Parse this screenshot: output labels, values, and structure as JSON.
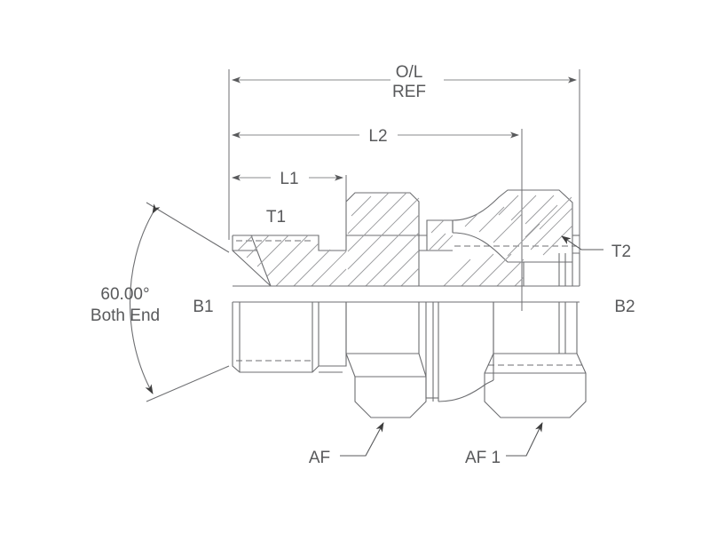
{
  "drawing": {
    "title": "Hydraulic adapter fitting cross-section drawing",
    "line_color": "#6d6e71",
    "text_color": "#58595b",
    "background": "#ffffff",
    "dimensions": {
      "overall": {
        "label_line1": "O/L",
        "label_line2": "REF",
        "name": "overall-length-reference"
      },
      "l2": {
        "label": "L2",
        "name": "l2-dimension"
      },
      "l1": {
        "label": "L1",
        "name": "l1-dimension"
      }
    },
    "callouts": {
      "t1": {
        "label": "T1"
      },
      "t2": {
        "label": "T2"
      },
      "b1": {
        "label": "B1"
      },
      "b2": {
        "label": "B2"
      },
      "af": {
        "label": "AF"
      },
      "af1": {
        "label": "AF 1"
      }
    },
    "angle": {
      "value": "60.00°",
      "note": "Both End"
    }
  }
}
